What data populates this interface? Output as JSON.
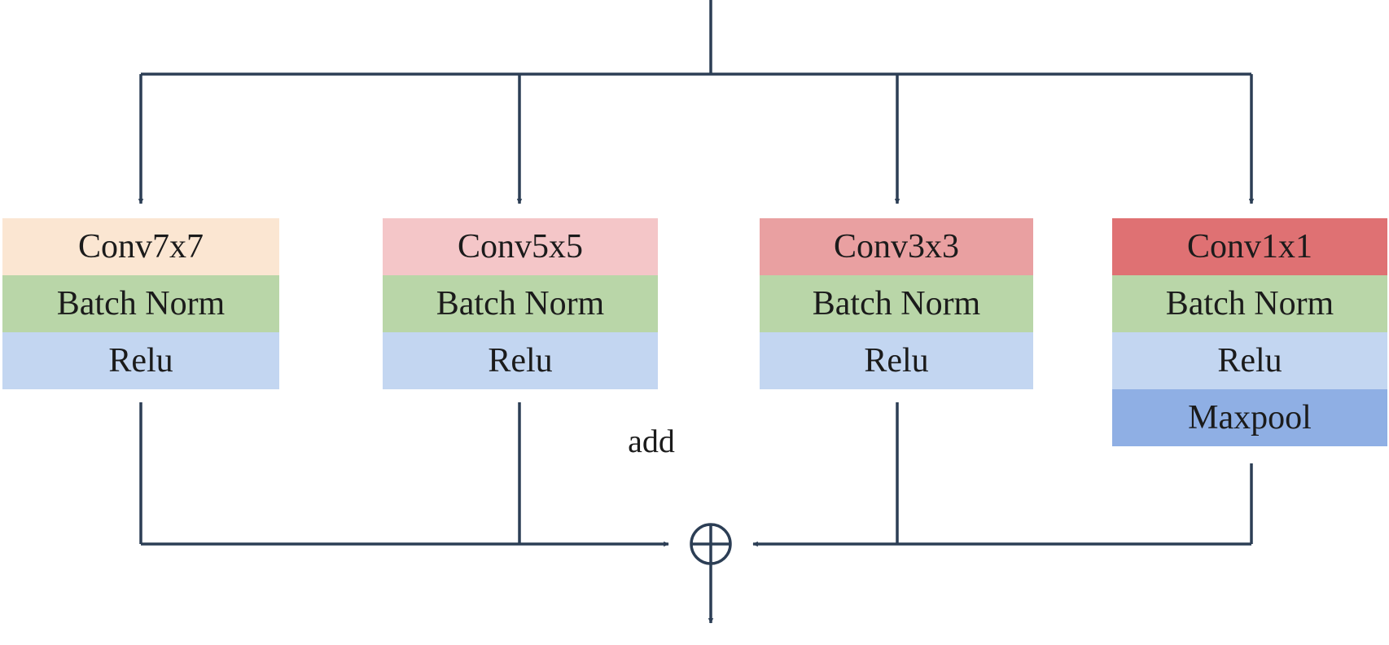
{
  "diagram": {
    "branches": [
      {
        "conv": "Conv7x7",
        "norm": "Batch Norm",
        "act": "Relu"
      },
      {
        "conv": "Conv5x5",
        "norm": "Batch Norm",
        "act": "Relu"
      },
      {
        "conv": "Conv3x3",
        "norm": "Batch Norm",
        "act": "Relu"
      },
      {
        "conv": "Conv1x1",
        "norm": "Batch Norm",
        "act": "Relu",
        "pool": "Maxpool"
      }
    ],
    "add_label": "add",
    "colors": {
      "line": "#2c3e55",
      "conv7x7": "#fbe6d2",
      "conv5x5": "#f4c6c8",
      "conv3x3": "#e9a0a1",
      "conv1x1": "#df7173",
      "batch_norm": "#b9d6a8",
      "relu": "#c3d6f1",
      "maxpool": "#8fafe4"
    }
  }
}
